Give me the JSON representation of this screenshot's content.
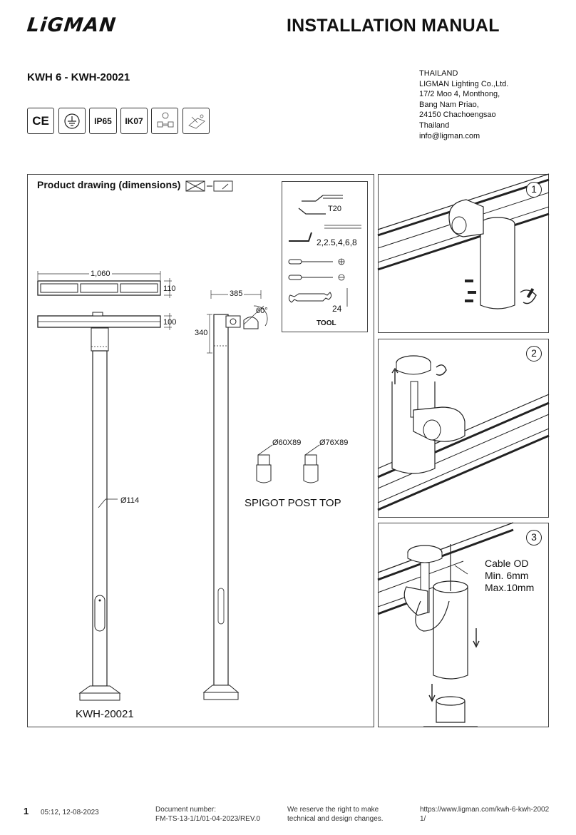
{
  "header": {
    "brand": "LiGMAN",
    "doc_title": "INSTALLATION MANUAL",
    "model": "KWH 6 - KWH-20021"
  },
  "address": {
    "country": "THAILAND",
    "company": "LIGMAN Lighting Co.,Ltd.",
    "line1": "17/2 Moo 4, Monthong,",
    "line2": "Bang Nam Priao,",
    "line3": "24150 Chachoengsao",
    "line4": "Thailand",
    "email": "info@ligman.com"
  },
  "certifications": {
    "ce": "CE",
    "ip": "IP65",
    "ik": "IK07"
  },
  "drawing": {
    "title": "Product drawing (dimensions)",
    "width_label": "1,060",
    "h1_label": "110",
    "h2_label": "100",
    "arm_label": "385",
    "angle_label": "60°",
    "arm_h_label": "340",
    "dia_label": "Ø114",
    "spigot1": "Ø60X89",
    "spigot2": "Ø76X89",
    "spigot_title": "SPIGOT POST TOP",
    "product_code": "KWH-20021"
  },
  "tools": {
    "t20": "T20",
    "hex": "2,2.5,4,6,8",
    "wrench": "24",
    "title": "TOOL"
  },
  "steps": {
    "s1": "1",
    "s2": "2",
    "s3": "3",
    "cable1": "Cable OD",
    "cable2": "Min. 6mm",
    "cable3": "Max.10mm"
  },
  "footer": {
    "page": "1",
    "timestamp": "05:12, 12-08-2023",
    "docnum_label": "Document number:",
    "docnum": "FM-TS-13-1/1/01-04-2023/REV.0",
    "reserve1": "We reserve the right to make",
    "reserve2": "technical and design changes.",
    "url1": "https://www.ligman.com/kwh-6-kwh-2002",
    "url2": "1/"
  }
}
